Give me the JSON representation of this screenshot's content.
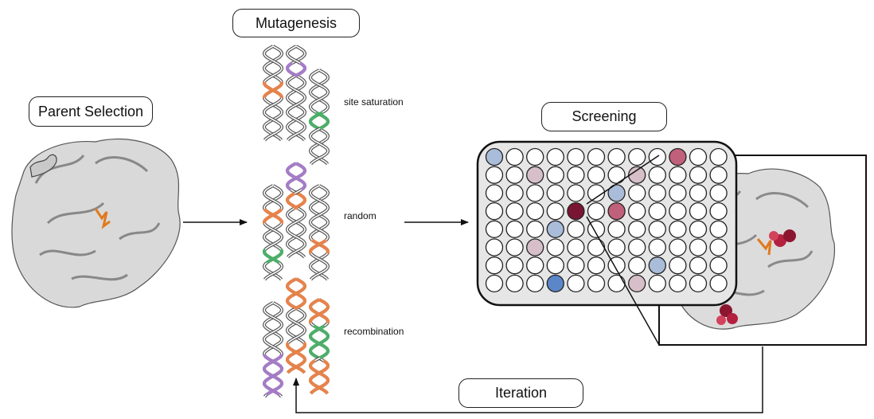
{
  "stages": {
    "parent_selection": "Parent Selection",
    "mutagenesis": "Mutagenesis",
    "screening": "Screening",
    "iteration": "Iteration"
  },
  "mutagenesis_methods": [
    "site saturation",
    "random",
    "recombination"
  ],
  "colors": {
    "dna_gray": "#555555",
    "mutation_orange": "#e8834a",
    "mutation_purple": "#a57cc8",
    "mutation_green": "#4caf6a",
    "well_dark_red": "#7a1633",
    "well_mid_red": "#c0607a",
    "well_light_pink": "#d6bfc8",
    "well_blue": "#5b86c8",
    "well_light_blue": "#a9bcd9",
    "plate_fill": "#e6e6e6",
    "protein_gray": "#d2d2d2",
    "ligand_orange": "#e07a1f",
    "sphere_red": "#b3213f"
  },
  "plate": {
    "rows": 8,
    "cols": 12,
    "highlighted_wells": [
      {
        "row": 0,
        "col": 0,
        "color": "well_light_blue"
      },
      {
        "row": 0,
        "col": 9,
        "color": "well_mid_red"
      },
      {
        "row": 1,
        "col": 2,
        "color": "well_light_pink"
      },
      {
        "row": 1,
        "col": 7,
        "color": "well_light_pink"
      },
      {
        "row": 2,
        "col": 6,
        "color": "well_light_blue"
      },
      {
        "row": 3,
        "col": 4,
        "color": "well_dark_red"
      },
      {
        "row": 3,
        "col": 6,
        "color": "well_mid_red"
      },
      {
        "row": 4,
        "col": 3,
        "color": "well_light_blue"
      },
      {
        "row": 5,
        "col": 2,
        "color": "well_light_pink"
      },
      {
        "row": 6,
        "col": 8,
        "color": "well_light_blue"
      },
      {
        "row": 7,
        "col": 3,
        "color": "well_blue"
      },
      {
        "row": 7,
        "col": 7,
        "color": "well_light_pink"
      }
    ]
  }
}
